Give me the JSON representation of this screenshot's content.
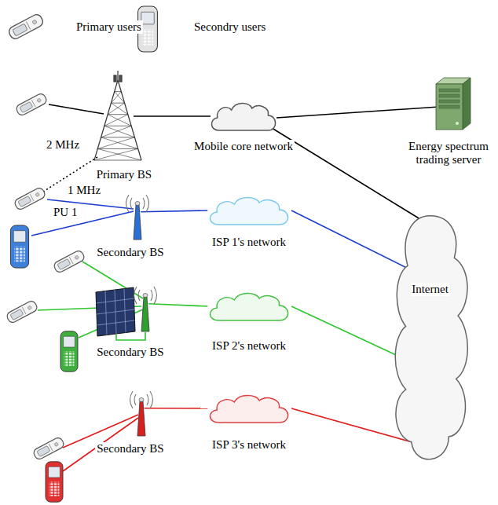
{
  "diagram": {
    "nodes": [
      {
        "text": [
          "Primary BS"
        ]
      },
      {
        "text": [
          "Mobile core network"
        ]
      },
      {
        "text": [
          "Energy spectrum trading server"
        ]
      },
      {
        "text": [
          "Secondary BS"
        ]
      },
      {
        "text": [
          "ISP 1's network"
        ]
      },
      {
        "text": [
          "Internet"
        ]
      },
      {
        "text": [
          "Secondary BS"
        ]
      },
      {
        "text": [
          "ISP 2's network"
        ]
      },
      {
        "text": [
          "Secondary BS"
        ]
      },
      {
        "text": [
          "ISP 3's network"
        ]
      }
    ],
    "edges": [
      {
        "from": 0,
        "to": 1,
        "arrow": "none"
      },
      {
        "from": 1,
        "to": 2,
        "arrow": "none"
      },
      {
        "from": 1,
        "to": 5,
        "arrow": "none"
      },
      {
        "from": 3,
        "to": 4,
        "arrow": "none"
      },
      {
        "from": 4,
        "to": 5,
        "arrow": "none"
      },
      {
        "from": 6,
        "to": 7,
        "arrow": "none"
      },
      {
        "from": 7,
        "to": 5,
        "arrow": "none"
      },
      {
        "from": 8,
        "to": 9,
        "arrow": "none"
      },
      {
        "from": 9,
        "to": 5,
        "arrow": "none"
      }
    ],
    "labels": [
      "2 MHz",
      "1 MHz",
      "PU 1"
    ],
    "legend": [
      {
        "text": "Primary users"
      },
      {
        "text": "Secondry users"
      }
    ]
  }
}
